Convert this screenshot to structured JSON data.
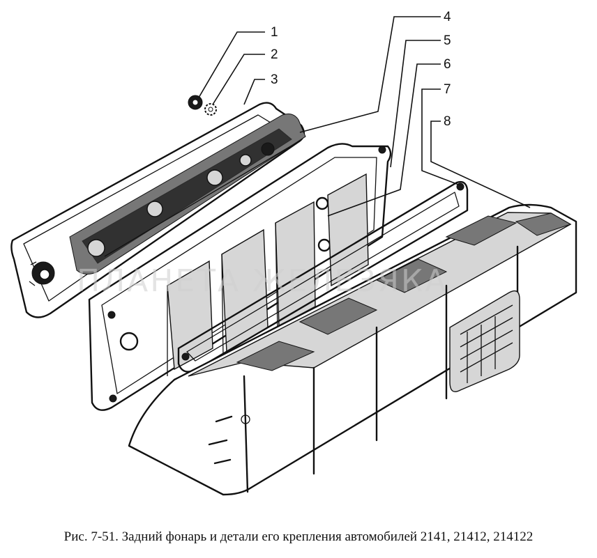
{
  "figure": {
    "callouts": [
      {
        "id": "1",
        "label": "1"
      },
      {
        "id": "2",
        "label": "2"
      },
      {
        "id": "3",
        "label": "3"
      },
      {
        "id": "4",
        "label": "4"
      },
      {
        "id": "5",
        "label": "5"
      },
      {
        "id": "6",
        "label": "6"
      },
      {
        "id": "7",
        "label": "7"
      },
      {
        "id": "8",
        "label": "8"
      }
    ],
    "watermark": "ПЛАНЕТА ЖЕЛЕЗЯКА",
    "caption": "Рис. 7-51. Задний фонарь и детали его крепления автомобилей 2141, 21412, 214122"
  }
}
